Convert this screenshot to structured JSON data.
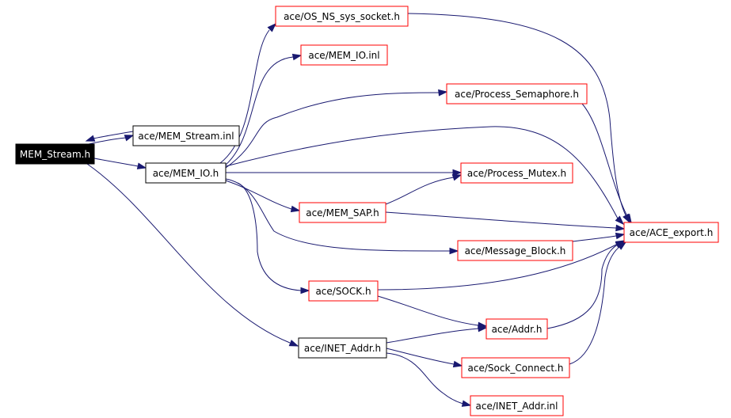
{
  "colors": {
    "edge": "#191970",
    "border_red": "#ff0000",
    "border_black": "#000000",
    "root_fill": "#000000",
    "root_text": "#ffffff",
    "node_fill": "#ffffff",
    "node_text": "#000000"
  },
  "nodes": [
    {
      "id": "mem_stream_h",
      "label": "MEM_Stream.h",
      "style": "root"
    },
    {
      "id": "mem_stream_inl",
      "label": "ace/MEM_Stream.inl",
      "style": "black"
    },
    {
      "id": "mem_io_h",
      "label": "ace/MEM_IO.h",
      "style": "black"
    },
    {
      "id": "inet_addr_h",
      "label": "ace/INET_Addr.h",
      "style": "black"
    },
    {
      "id": "os_ns_sys_socket_h",
      "label": "ace/OS_NS_sys_socket.h",
      "style": "red"
    },
    {
      "id": "mem_io_inl",
      "label": "ace/MEM_IO.inl",
      "style": "red"
    },
    {
      "id": "process_semaphore_h",
      "label": "ace/Process_Semaphore.h",
      "style": "red"
    },
    {
      "id": "process_mutex_h",
      "label": "ace/Process_Mutex.h",
      "style": "red"
    },
    {
      "id": "mem_sap_h",
      "label": "ace/MEM_SAP.h",
      "style": "red"
    },
    {
      "id": "ace_export_h",
      "label": "ace/ACE_export.h",
      "style": "red"
    },
    {
      "id": "message_block_h",
      "label": "ace/Message_Block.h",
      "style": "red"
    },
    {
      "id": "sock_h",
      "label": "ace/SOCK.h",
      "style": "red"
    },
    {
      "id": "addr_h",
      "label": "ace/Addr.h",
      "style": "red"
    },
    {
      "id": "sock_connect_h",
      "label": "ace/Sock_Connect.h",
      "style": "red"
    },
    {
      "id": "inet_addr_inl",
      "label": "ace/INET_Addr.inl",
      "style": "red"
    }
  ],
  "edges": [
    {
      "from": "mem_stream_h",
      "to": "mem_stream_inl"
    },
    {
      "from": "mem_stream_inl",
      "to": "mem_stream_h"
    },
    {
      "from": "mem_stream_h",
      "to": "mem_io_h"
    },
    {
      "from": "mem_stream_h",
      "to": "inet_addr_h"
    },
    {
      "from": "mem_io_h",
      "to": "os_ns_sys_socket_h"
    },
    {
      "from": "mem_io_h",
      "to": "mem_io_inl"
    },
    {
      "from": "mem_io_h",
      "to": "process_semaphore_h"
    },
    {
      "from": "mem_io_h",
      "to": "ace_export_h"
    },
    {
      "from": "mem_io_h",
      "to": "process_mutex_h"
    },
    {
      "from": "mem_io_h",
      "to": "mem_sap_h"
    },
    {
      "from": "mem_io_h",
      "to": "message_block_h"
    },
    {
      "from": "mem_io_h",
      "to": "sock_h"
    },
    {
      "from": "mem_sap_h",
      "to": "process_mutex_h"
    },
    {
      "from": "mem_sap_h",
      "to": "ace_export_h"
    },
    {
      "from": "os_ns_sys_socket_h",
      "to": "ace_export_h"
    },
    {
      "from": "process_semaphore_h",
      "to": "ace_export_h"
    },
    {
      "from": "message_block_h",
      "to": "ace_export_h"
    },
    {
      "from": "sock_h",
      "to": "ace_export_h"
    },
    {
      "from": "sock_h",
      "to": "addr_h"
    },
    {
      "from": "addr_h",
      "to": "ace_export_h"
    },
    {
      "from": "inet_addr_h",
      "to": "addr_h"
    },
    {
      "from": "inet_addr_h",
      "to": "sock_connect_h"
    },
    {
      "from": "inet_addr_h",
      "to": "inet_addr_inl"
    },
    {
      "from": "sock_connect_h",
      "to": "ace_export_h"
    }
  ]
}
